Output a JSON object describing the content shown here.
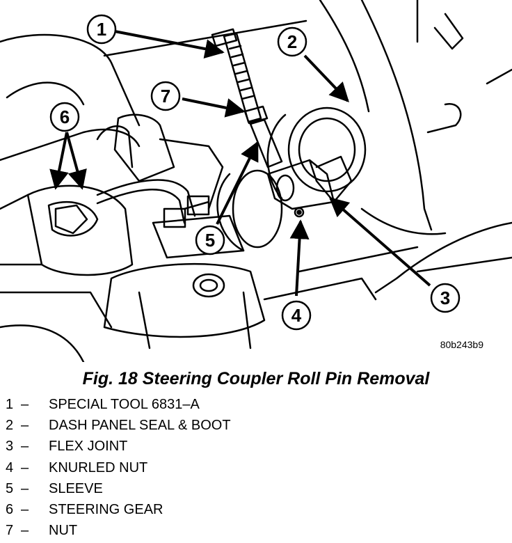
{
  "figure": {
    "caption": "Fig. 18 Steering Coupler Roll Pin Removal",
    "reference_code": "80b243b9"
  },
  "callouts": [
    "1",
    "2",
    "3",
    "4",
    "5",
    "6",
    "7"
  ],
  "legend": [
    {
      "number": "1",
      "dash": "–",
      "label": "SPECIAL TOOL 6831–A"
    },
    {
      "number": "2",
      "dash": "–",
      "label": "DASH PANEL SEAL & BOOT"
    },
    {
      "number": "3",
      "dash": "–",
      "label": "FLEX JOINT"
    },
    {
      "number": "4",
      "dash": "–",
      "label": "KNURLED NUT"
    },
    {
      "number": "5",
      "dash": "–",
      "label": "SLEEVE"
    },
    {
      "number": "6",
      "dash": "–",
      "label": "STEERING GEAR"
    },
    {
      "number": "7",
      "dash": "–",
      "label": "NUT"
    }
  ]
}
